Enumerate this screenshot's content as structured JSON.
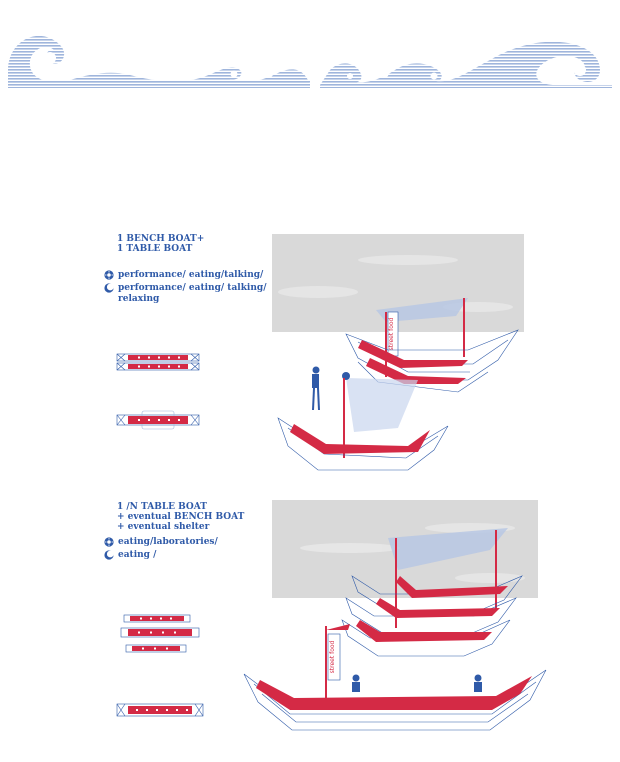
{
  "colors": {
    "blue": "#2f5aa8",
    "light_blue": "#9fb5dc",
    "red": "#d42a45",
    "sky": "#d9d9d9"
  },
  "icons": {
    "day": "sun-icon",
    "night": "moon-icon"
  },
  "section1": {
    "title_line1": "1 BENCH BOAT+",
    "title_line2": "1 TABLE BOAT",
    "day_activity": "performance/ eating/talking/",
    "night_activity_line1": "performance/ eating/ talking/",
    "night_activity_line2": "relaxing",
    "banner_text": "street food"
  },
  "section2": {
    "title_line1": "1 /N TABLE BOAT",
    "title_line2": "+ eventual BENCH BOAT",
    "title_line3": "+ eventual shelter",
    "day_activity": "eating/laboratories/",
    "night_activity": "eating /",
    "banner_text": "street food"
  }
}
